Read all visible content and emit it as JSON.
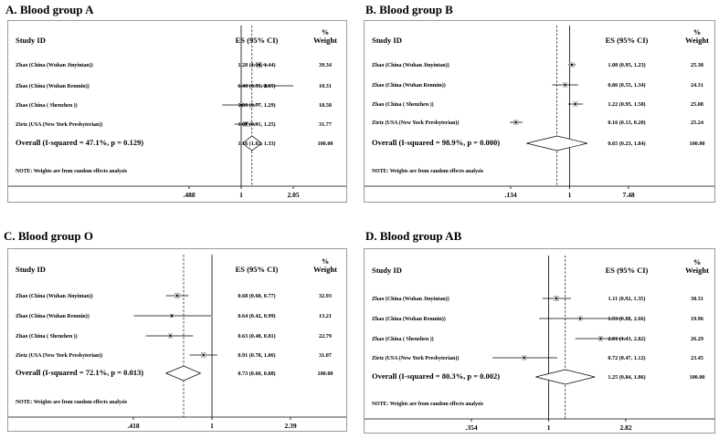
{
  "chart_data": [
    {
      "type": "forest",
      "title": "A. Blood group A",
      "header": {
        "study": "Study ID",
        "es": "ES (95% CI)",
        "pct": "%",
        "weight": "Weight"
      },
      "ticks": [
        ".488",
        "1",
        "2.05"
      ],
      "xlim": [
        0.488,
        2.05
      ],
      "reference": 1,
      "studies": [
        {
          "label": "Zhao (China (Wuhan Jinyintan))",
          "es": 1.28,
          "lo": 1.14,
          "hi": 1.44,
          "ci_text": "1.28 (1.14, 1.44)",
          "weight": "39.34"
        },
        {
          "label": "Zhao (China (Wuhan Renmin))",
          "es": 1.4,
          "lo": 0.95,
          "hi": 2.05,
          "ci_text": "1.40 (0.95, 2.05)",
          "weight": "10.31"
        },
        {
          "label": "Zhao (China ( Shenzhen ))",
          "es": 1.0,
          "lo": 0.77,
          "hi": 1.29,
          "ci_text": "1.00 (0.77, 1.29)",
          "weight": "18.58"
        },
        {
          "label": "Zietz (USA (New York Presbyterian))",
          "es": 1.07,
          "lo": 0.91,
          "hi": 1.25,
          "ci_text": "1.07 (0.91, 1.25)",
          "weight": "31.77"
        }
      ],
      "overall": {
        "label": "Overall  (I-squared = 47.1%, p = 0.129)",
        "es": 1.16,
        "lo": 1.02,
        "hi": 1.33,
        "ci_text": "1.16 (1.02, 1.33)",
        "weight": "100.00"
      },
      "note": "NOTE: Weights are from random effects analysis"
    },
    {
      "type": "forest",
      "title": "B. Blood group B",
      "header": {
        "study": "Study ID",
        "es": "ES (95% CI)",
        "pct": "%",
        "weight": "Weight"
      },
      "ticks": [
        ".134",
        "1",
        "7.48"
      ],
      "xlim": [
        0.134,
        7.48
      ],
      "reference": 1,
      "studies": [
        {
          "label": "Zhao (China (Wuhan Jinyintan))",
          "es": 1.08,
          "lo": 0.95,
          "hi": 1.23,
          "ci_text": "1.08 (0.95, 1.23)",
          "weight": "25.38"
        },
        {
          "label": "Zhao (China (Wuhan Renmin))",
          "es": 0.86,
          "lo": 0.55,
          "hi": 1.34,
          "ci_text": "0.86 (0.55, 1.34)",
          "weight": "24.31"
        },
        {
          "label": "Zhao (China ( Shenzhen ))",
          "es": 1.22,
          "lo": 0.95,
          "hi": 1.58,
          "ci_text": "1.22 (0.95, 1.58)",
          "weight": "25.08"
        },
        {
          "label": "Zietz (USA (New York Presbyterian))",
          "es": 0.16,
          "lo": 0.13,
          "hi": 0.2,
          "ci_text": "0.16 (0.13, 0.20)",
          "weight": "25.24"
        }
      ],
      "overall": {
        "label": "Overall  (I-squared = 98.9%, p = 0.000)",
        "es": 0.65,
        "lo": 0.23,
        "hi": 1.84,
        "ci_text": "0.65 (0.23, 1.84)",
        "weight": "100.00"
      },
      "note": "NOTE: Weights are from random effects analysis"
    },
    {
      "type": "forest",
      "title": "C. Blood group O",
      "header": {
        "study": "Study ID",
        "es": "ES (95% CI)",
        "pct": "%",
        "weight": "Weight"
      },
      "ticks": [
        ".418",
        "1",
        "2.39"
      ],
      "xlim": [
        0.418,
        2.39
      ],
      "reference": 1,
      "studies": [
        {
          "label": "Zhao (China (Wuhan Jinyintan))",
          "es": 0.68,
          "lo": 0.6,
          "hi": 0.77,
          "ci_text": "0.68 (0.60, 0.77)",
          "weight": "32.93"
        },
        {
          "label": "Zhao (China (Wuhan Renmin))",
          "es": 0.64,
          "lo": 0.42,
          "hi": 0.99,
          "ci_text": "0.64 (0.42, 0.99)",
          "weight": "13.21"
        },
        {
          "label": "Zhao (China ( Shenzhen ))",
          "es": 0.63,
          "lo": 0.48,
          "hi": 0.81,
          "ci_text": "0.63 (0.48, 0.81)",
          "weight": "22.79"
        },
        {
          "label": "Zietz (USA (New York Presbyterian))",
          "es": 0.91,
          "lo": 0.78,
          "hi": 1.06,
          "ci_text": "0.91 (0.78, 1.06)",
          "weight": "31.07"
        }
      ],
      "overall": {
        "label": "Overall  (I-squared = 72.1%, p = 0.013)",
        "es": 0.73,
        "lo": 0.6,
        "hi": 0.88,
        "ci_text": "0.73 (0.60, 0.88)",
        "weight": "100.00"
      },
      "note": "NOTE: Weights are from random effects analysis"
    },
    {
      "type": "forest",
      "title": "D. Blood group AB",
      "header": {
        "study": "Study ID",
        "es": "ES (95% CI)",
        "pct": "%",
        "weight": "Weight"
      },
      "ticks": [
        ".354",
        "1",
        "2.82"
      ],
      "xlim": [
        0.354,
        2.82
      ],
      "reference": 1,
      "studies": [
        {
          "label": "Zhao (China (Wuhan Jinyintan))",
          "es": 1.11,
          "lo": 0.92,
          "hi": 1.35,
          "ci_text": "1.11 (0.92, 1.35)",
          "weight": "30.31"
        },
        {
          "label": "Zhao (China (Wuhan Renmin))",
          "es": 1.53,
          "lo": 0.88,
          "hi": 2.66,
          "ci_text": "1.53 (0.88, 2.66)",
          "weight": "19.96"
        },
        {
          "label": "Zhao (China ( Shenzhen ))",
          "es": 2.01,
          "lo": 1.43,
          "hi": 2.82,
          "ci_text": "2.01 (1.43, 2.82)",
          "weight": "26.29"
        },
        {
          "label": "Zietz (USA (New York Presbyterian))",
          "es": 0.72,
          "lo": 0.47,
          "hi": 1.12,
          "ci_text": "0.72 (0.47, 1.12)",
          "weight": "23.45"
        }
      ],
      "overall": {
        "label": "Overall  (I-squared = 80.3%, p = 0.002)",
        "es": 1.25,
        "lo": 0.84,
        "hi": 1.86,
        "ci_text": "1.25 (0.84, 1.86)",
        "weight": "100.00"
      },
      "note": "NOTE: Weights are from random effects analysis"
    }
  ]
}
